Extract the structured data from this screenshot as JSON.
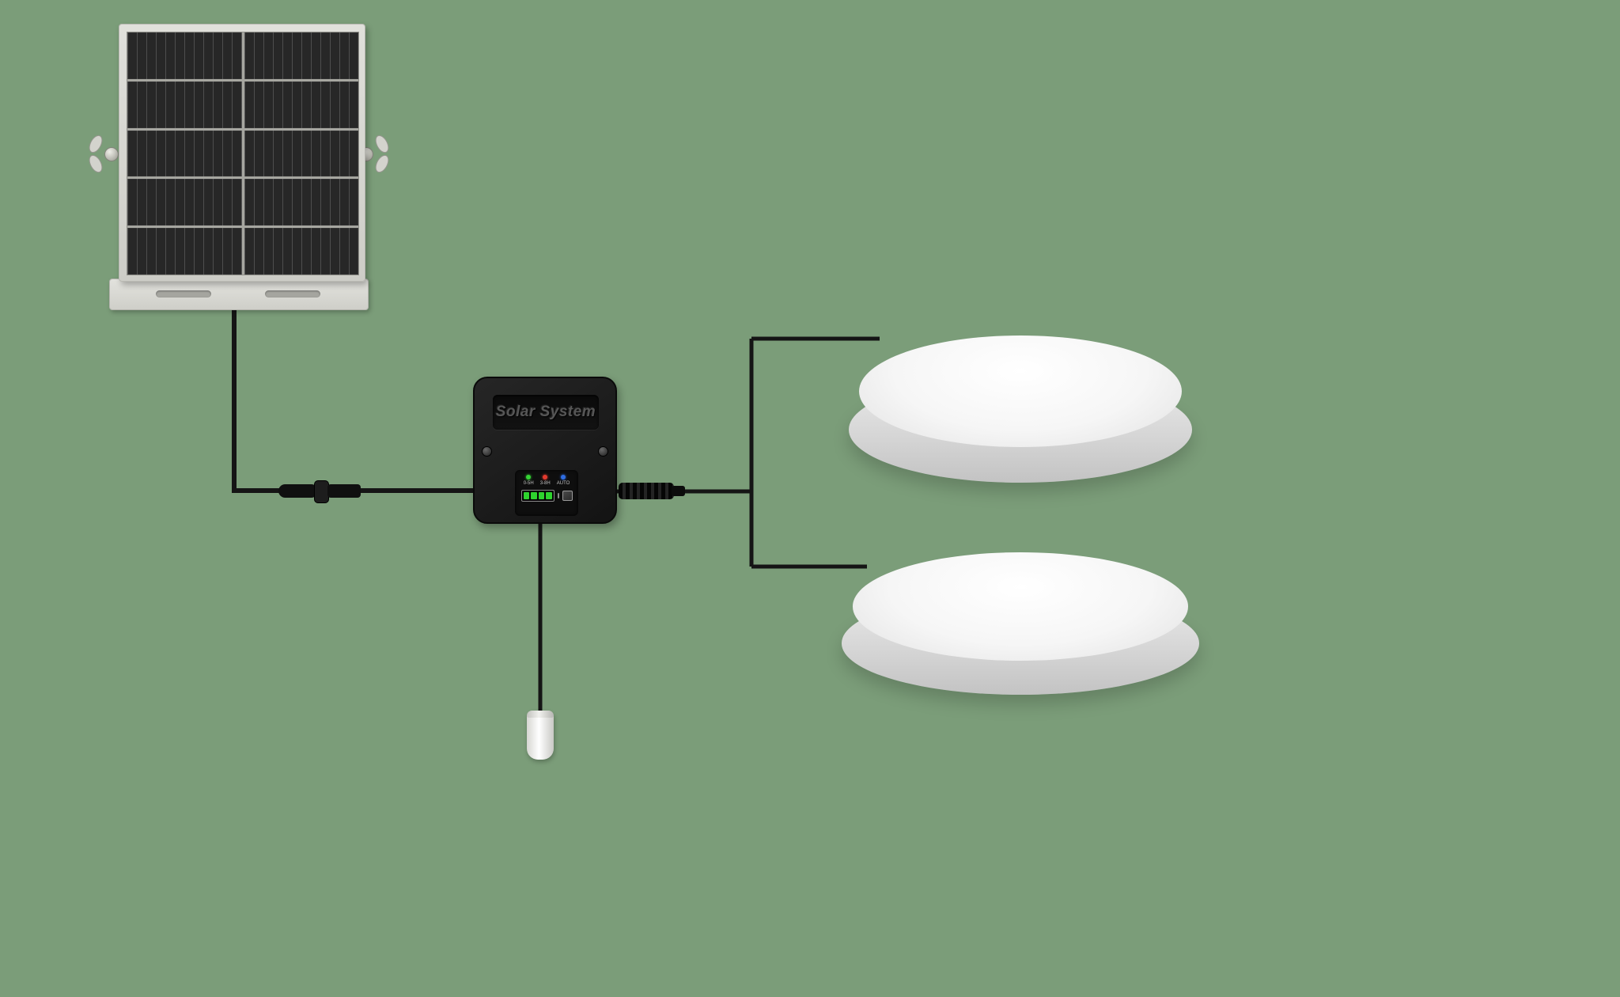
{
  "background_color": "#7b9d79",
  "solar_panel": {
    "rows": 5,
    "columns": 2
  },
  "controller": {
    "label": "Solar System",
    "mode_leds": [
      {
        "name": "mode-led-green",
        "color": "#35d435",
        "label": "0-5H"
      },
      {
        "name": "mode-led-red",
        "color": "#e23a2e",
        "label": "3-8H"
      },
      {
        "name": "mode-led-blue",
        "color": "#2f6de2",
        "label": "AUTO"
      }
    ],
    "battery": {
      "bars": 4,
      "bar_color": "#2ed32e"
    }
  },
  "lights": [
    {
      "name": "ceiling-light-1"
    },
    {
      "name": "ceiling-light-2"
    }
  ],
  "sensor": {
    "name": "light-sensor-pendant"
  }
}
